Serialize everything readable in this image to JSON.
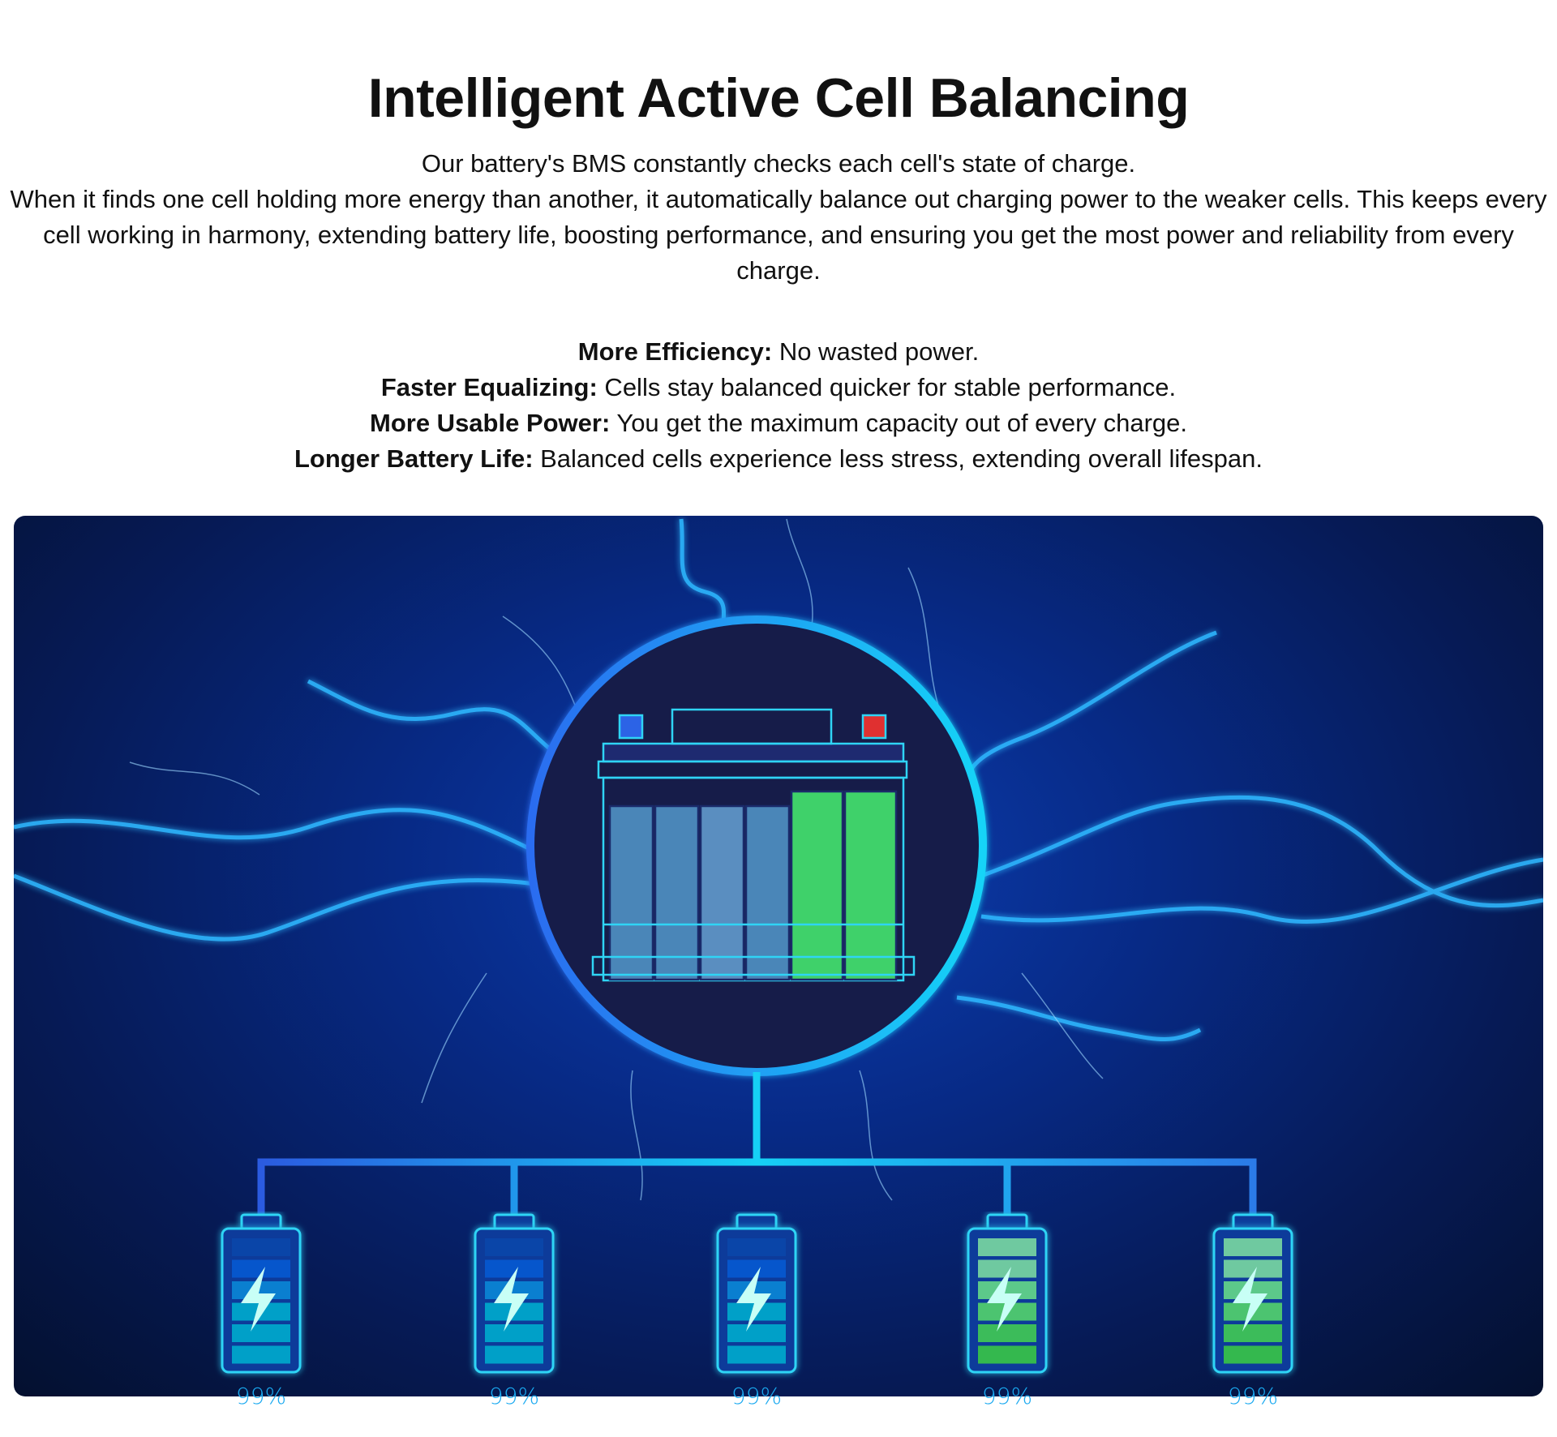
{
  "title": "Intelligent Active Cell Balancing",
  "intro": [
    "Our battery's BMS constantly checks each cell's state of charge.",
    "When it finds one cell holding more energy than another, it automatically balance out charging power to the weaker cells. This keeps every cell working in harmony, extending battery life, boosting performance, and ensuring you get the most power and reliability from every charge."
  ],
  "features": [
    {
      "label": "More Efficiency:",
      "text": " No wasted power."
    },
    {
      "label": "Faster Equalizing:",
      "text": " Cells stay balanced quicker for stable performance."
    },
    {
      "label": "More Usable Power:",
      "text": " You get the maximum capacity out of every charge."
    },
    {
      "label": "Longer Battery Life:",
      "text": " Balanced cells experience less stress, extending overall lifespan."
    }
  ],
  "illustration": {
    "cells": [
      {
        "label": "99%",
        "color": "blue"
      },
      {
        "label": "99%",
        "color": "blue"
      },
      {
        "label": "99%",
        "color": "blue"
      },
      {
        "label": "99%",
        "color": "green"
      },
      {
        "label": "99%",
        "color": "green"
      }
    ],
    "colors": {
      "accent": "#16c8f5",
      "green": "#3fd16a",
      "blue_cell": "#00a0c8"
    }
  }
}
